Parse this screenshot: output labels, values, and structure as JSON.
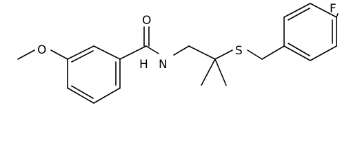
{
  "molecule": {
    "atoms": {
      "oxygen_carbonyl": "O",
      "nitrogen_amide": "N",
      "hydrogen_amide": "H",
      "sulfur": "S",
      "oxygen_methoxy": "O",
      "fluorine": "F"
    }
  },
  "colors": {
    "bond": "#000000",
    "background": "#ffffff"
  }
}
